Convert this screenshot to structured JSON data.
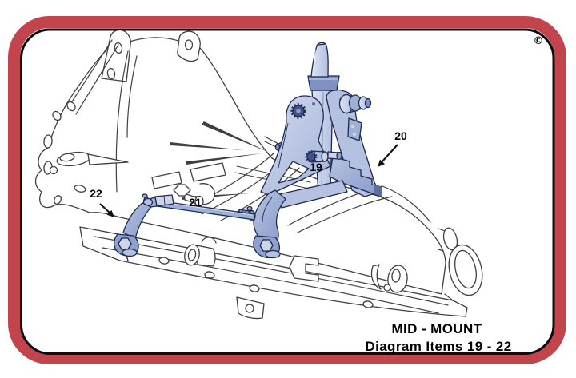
{
  "frame": {
    "border_color": "#c2454e",
    "line_color": "#0d0d0d",
    "background": "#ffffff"
  },
  "copyright": "©",
  "callouts": {
    "c19": "19",
    "c20": "20",
    "c21": "21",
    "c22": "22"
  },
  "caption": {
    "line1": "MID - MOUNT",
    "line2": "Diagram Items 19 - 22"
  },
  "colors": {
    "drawing_outline": "#3f3f3f",
    "highlight_outline": "#1f2a50",
    "highlight_light": "#d3dbee",
    "highlight_mid": "#a9b7da",
    "highlight_dark": "#7e91c2",
    "label_color": "#000000"
  }
}
